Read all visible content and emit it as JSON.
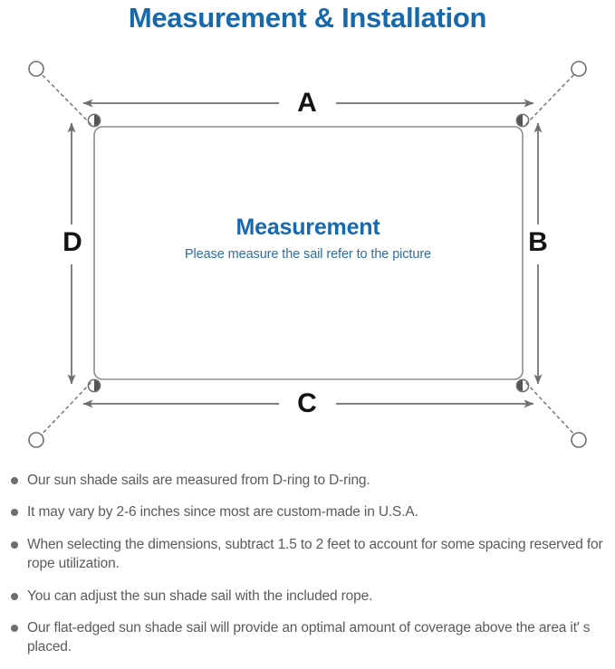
{
  "title": "Measurement & Installation",
  "diagram": {
    "name": "shade-sail-measurement-diagram",
    "dimension_labels": {
      "top": "A",
      "right": "B",
      "bottom": "C",
      "left": "D"
    },
    "center": {
      "heading": "Measurement",
      "subtitle": "Please measure the sail refer to the picture"
    },
    "colors": {
      "title_blue": "#1769ac",
      "subtitle_blue": "#2f6da4",
      "line_gray": "#6f6f6f",
      "sail_edge": "#8a8a8a",
      "label_black": "#141414",
      "note_text": "#5b5b5b",
      "bullet": "#6d6d6d"
    },
    "anchor_count": 4,
    "d_ring_count": 4
  },
  "notes": [
    "Our sun shade sails are measured from D-ring to D-ring.",
    "It may vary by 2-6 inches since most are custom-made in U.S.A.",
    "When selecting the dimensions, subtract 1.5 to 2 feet to account for some spacing reserved for rope utilization.",
    "You can adjust the sun shade sail with the included rope.",
    "Our flat-edged sun shade sail will provide an optimal amount of coverage above the area it′ s placed."
  ]
}
